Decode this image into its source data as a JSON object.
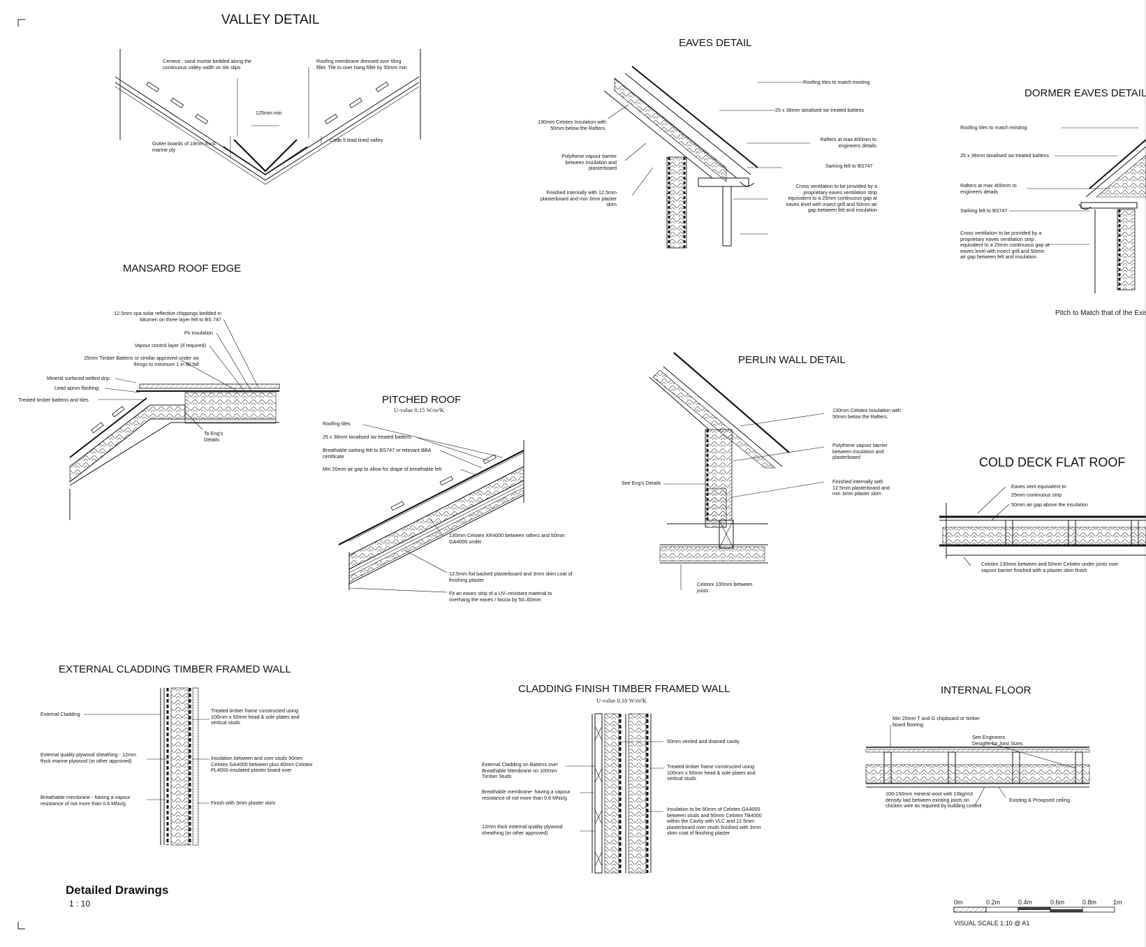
{
  "sheet_title": "Detailed Drawings",
  "sheet_scale": "1 : 10",
  "visual_scale": {
    "caption": "VISUAL SCALE 1:10  @ A1",
    "ticks": [
      "0m",
      "0.2m",
      "0.4m",
      "0.6m",
      "0.8m",
      "1m"
    ]
  },
  "details": {
    "valley": {
      "title": "VALLEY DETAIL",
      "dim": "125mm min",
      "notes": [
        "Cement : sand mortar bedded along the continuous valley width on tile slips",
        "Roofing membrane dressed over tiling fillet. Tile to over hang fillet by 50mm min",
        "Gutter boards of 19mm thick marine ply",
        "Code 5 lead lined valley"
      ]
    },
    "eaves": {
      "title": "EAVES DETAIL",
      "notes": [
        "Roofing tiles to match existing",
        "25 x 38mm tanalised sw treated battens",
        "130mm Celotex Insulation with 50mm below the Rafters.",
        "Rafters at max 400mm to engineers details",
        "Polythene vapour barrier between insulation and plasterboard",
        "Sarking felt to BS747",
        "Finished internally with 12.5mm plasterboard and min 3mm plaster skim",
        "Cross ventilation to be provided by a proprietary eaves ventilation strip equivalent to a 25mm continuous gap at eaves level with insect grill and 50mm air gap between felt and insulation"
      ]
    },
    "dormer": {
      "title": "DORMER EAVES DETAIL",
      "notes": [
        "Roofing tiles to match existing",
        "25 x 38mm tanalised sw treated battens",
        "Rafters at max 400mm to engineers details",
        "Sarking felt to BS747",
        "Cross ventilation to be provided by a proprietary eaves ventilation strip equivalent to a 25mm continuous gap at eaves level with insect grill and 50mm air gap between felt and insulation"
      ],
      "caption": "Pitch to Match that of the Existing"
    },
    "mansard": {
      "title": "MANSARD ROOF EDGE",
      "notes": [
        "12.5mm spa solar reflective chippings bedded in bitumen on three layer felt to BS 747",
        "Pir insulation",
        "Vapour control layer (if required)",
        "25mm Timber Battens or similar approved under sw firings to minimum 1 in 80 fall",
        "Mineral surfaced welted drip",
        "Lead apron flashing",
        "Treated timber battens and tiles",
        "To Eng's Details"
      ]
    },
    "pitched": {
      "title": "PITCHED ROOF",
      "uvalue": "U-value 0.15 W/m²K",
      "notes": [
        "Roofing tiles",
        "25 x 38mm tanalised sw treated battens",
        "Breathable sarking felt to BS747 or relevant BBA certificate",
        "Min 20mm air gap to allow for drape of breathable felt",
        "130mm Celotex XR4000 between rafters and 50mm GA4000 under",
        "12.5mm foil backed plasterboard and 3mm skim coat of finishing plaster",
        "Fit an eaves strip of a UV–resistant material to overhang the eaves / fascia by 50–60mm"
      ]
    },
    "perlin": {
      "title": "PERLIN WALL DETAIL",
      "notes": [
        "130mm Celotex Insulation with 50mm below the Rafters.",
        "Polythene vapour barrier between insulation and plasterboard",
        "See Eng's Details",
        "Finished internally with 12.5mm plasterboard and min 3mm plaster skim",
        "Celotex 100mm between joists."
      ]
    },
    "colddeck": {
      "title": "COLD DECK FLAT ROOF",
      "notes": [
        "Eaves vent equivalent  to",
        "25mm  continuous strip",
        "50mm  air gap  above  the  insulation",
        "Celotex 130mm between and 50mm Celotex under joists over vapour barrier finished with a plaster skim finish"
      ]
    },
    "extclad": {
      "title": "EXTERNAL CLADDING TIMBER FRAMED WALL",
      "notes": [
        "External Cladding",
        "Treated timber frame constructed using 100mm x 50mm head & sole plates and vertical studs",
        "External quality plywood sheathing - 12mm thick marine plywood (or other approved)",
        "Insulation between and over studs 90mm Celotex GA4000 between plus 40mm Celotex PL4000 insulated plaster board over",
        "Breathable membrane - having a vapour resistance of not more than 0.6 MNs/g",
        "Finish with 3mm plaster skim"
      ]
    },
    "cladfinish": {
      "title": "CLADDING FINISH TIMBER FRAMED WALL",
      "uvalue": "U-value 0.18 W/m²K",
      "notes": [
        "50mm vented and drained cavity",
        "External Cladding on Battens over Breathable Membrane on 100mm Timber Studs",
        "Treated timber frame constructed using 100mm x 50mm head & sole plates and vertical studs",
        "Breathable membrane- having a vapour resistance of not more than 0.6 MNs/g",
        "Insulation to be 90mm of Celotex GA4000 between studs and 50mm Celotex TB4000 within the Cavity with VLC and 12.5mm plasterboard over studs finished with 3mm skim coat of finishing plaster",
        "12mm thick external quality plywood sheathing (or other approved)"
      ]
    },
    "intfloor": {
      "title": "INTERNAL FLOOR",
      "notes": [
        "Min 20mm T and G chipboard or timber board flooring",
        "See Engineers Designs for Joist Sizes",
        "100-150mm mineral wool with 10kg/m3 density laid between existing joists on chicken wire as required by building control",
        "Existing & Proopsed ceiling"
      ]
    }
  }
}
